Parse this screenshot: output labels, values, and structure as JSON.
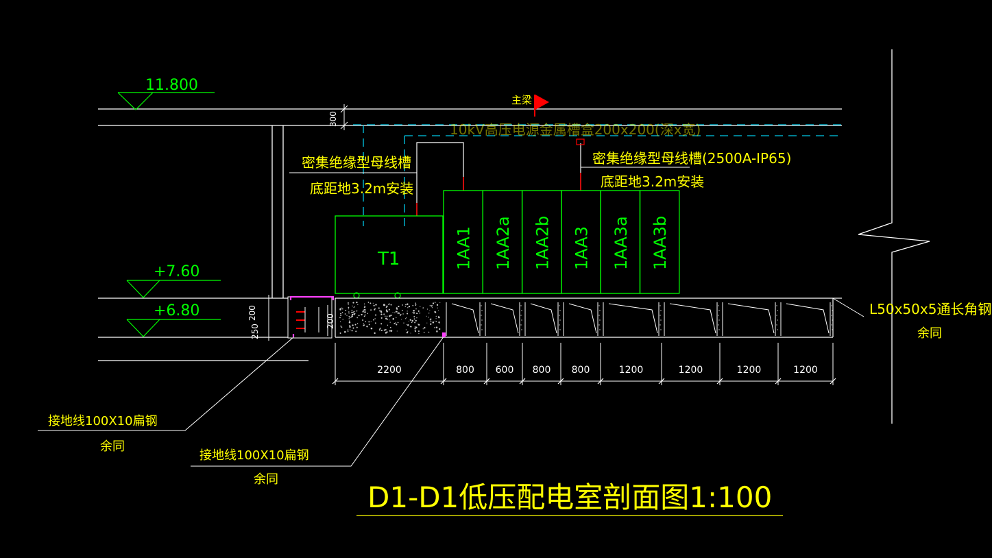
{
  "levels": {
    "top": "11.800",
    "mid": "+7.60",
    "floor": "+6.80"
  },
  "labels": {
    "main_beam": "主梁",
    "hv_tray": "10kV高压电源金属槽盒200x200(深x宽)",
    "busbar_left_1": "密集绝缘型母线槽",
    "busbar_left_2": "底距地3.2m安装",
    "busbar_right_1": "密集绝缘型母线槽(2500A-IP65)",
    "busbar_right_2": "底距地3.2m安装",
    "angle_steel_1": "L50x50x5通长角钢",
    "angle_steel_2": "余同",
    "ground_left_1": "接地线100X10扁钢",
    "ground_left_2": "余同",
    "ground_mid_1": "接地线100X10扁钢",
    "ground_mid_2": "余同",
    "title": "D1-D1低压配电室剖面图1:100"
  },
  "equipment": {
    "transformer": "T1",
    "panels": [
      "1AA1",
      "1AA2a",
      "1AA2b",
      "1AA3",
      "1AA3a",
      "1AA3b"
    ]
  },
  "dimensions": {
    "beam_depth": "300",
    "trench_top": "200",
    "trench_bottom": "250",
    "trench_inner": "200",
    "spans": [
      "2200",
      "800",
      "600",
      "800",
      "800",
      "1200",
      "1200",
      "1200",
      "1200"
    ]
  },
  "colors": {
    "lines": "#ffffff",
    "cyan": "#00c8e6",
    "equipment": "#00ff00",
    "text": "#ffff00",
    "marker": "#ff0000",
    "magenta": "#ff40ff"
  }
}
